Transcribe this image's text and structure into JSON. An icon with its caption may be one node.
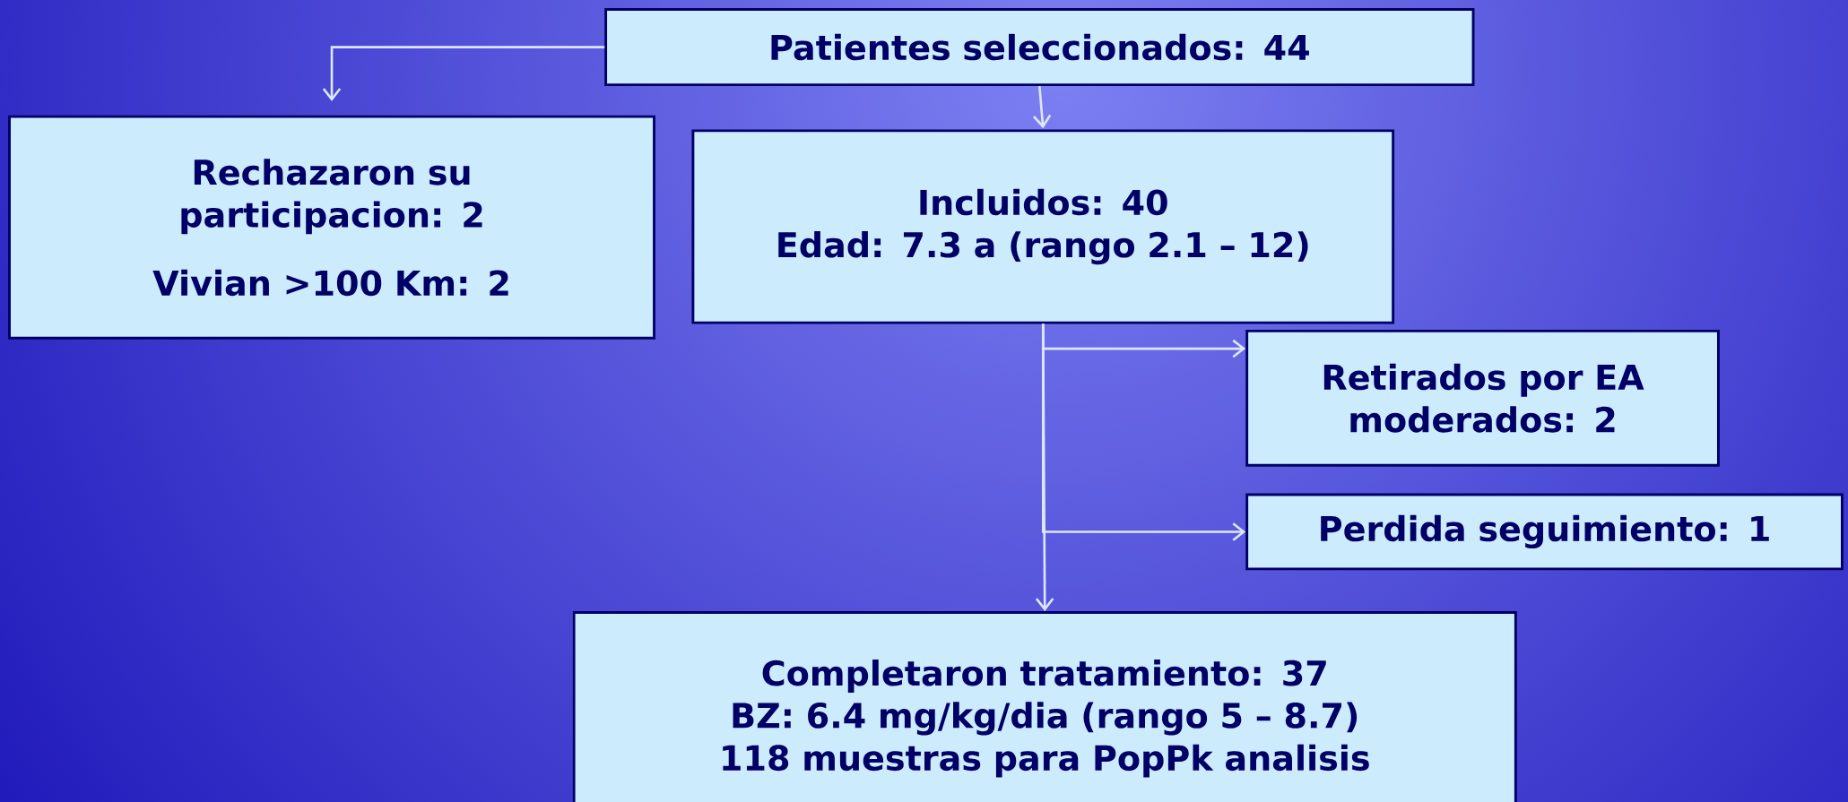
{
  "diagram": {
    "nodes": [
      {
        "text": [
          "Patientes seleccionados: 44"
        ]
      },
      {
        "text": [
          "Rechazaron su participacion: 2",
          "Vivian >100 Km: 2"
        ]
      },
      {
        "text": [
          "Incluidos: 40",
          "Edad: 7.3 a (rango 2.1 – 12)"
        ]
      },
      {
        "text": [
          "Retirados por EA moderados: 2"
        ]
      },
      {
        "text": [
          "Perdida seguimiento: 1"
        ]
      },
      {
        "text": [
          "Completaron tratamiento: 37",
          "BZ: 6.4 mg/kg/dia (rango 5 – 8.7)",
          "118 muestras para PopPk analisis"
        ]
      }
    ],
    "edges": [
      {
        "from": 0,
        "to": 1,
        "arrow": "to"
      },
      {
        "from": 0,
        "to": 2,
        "arrow": "to"
      },
      {
        "from": 2,
        "to": 3,
        "arrow": "to"
      },
      {
        "from": 2,
        "to": 4,
        "arrow": "to"
      },
      {
        "from": 2,
        "to": 5,
        "arrow": "to"
      }
    ]
  }
}
